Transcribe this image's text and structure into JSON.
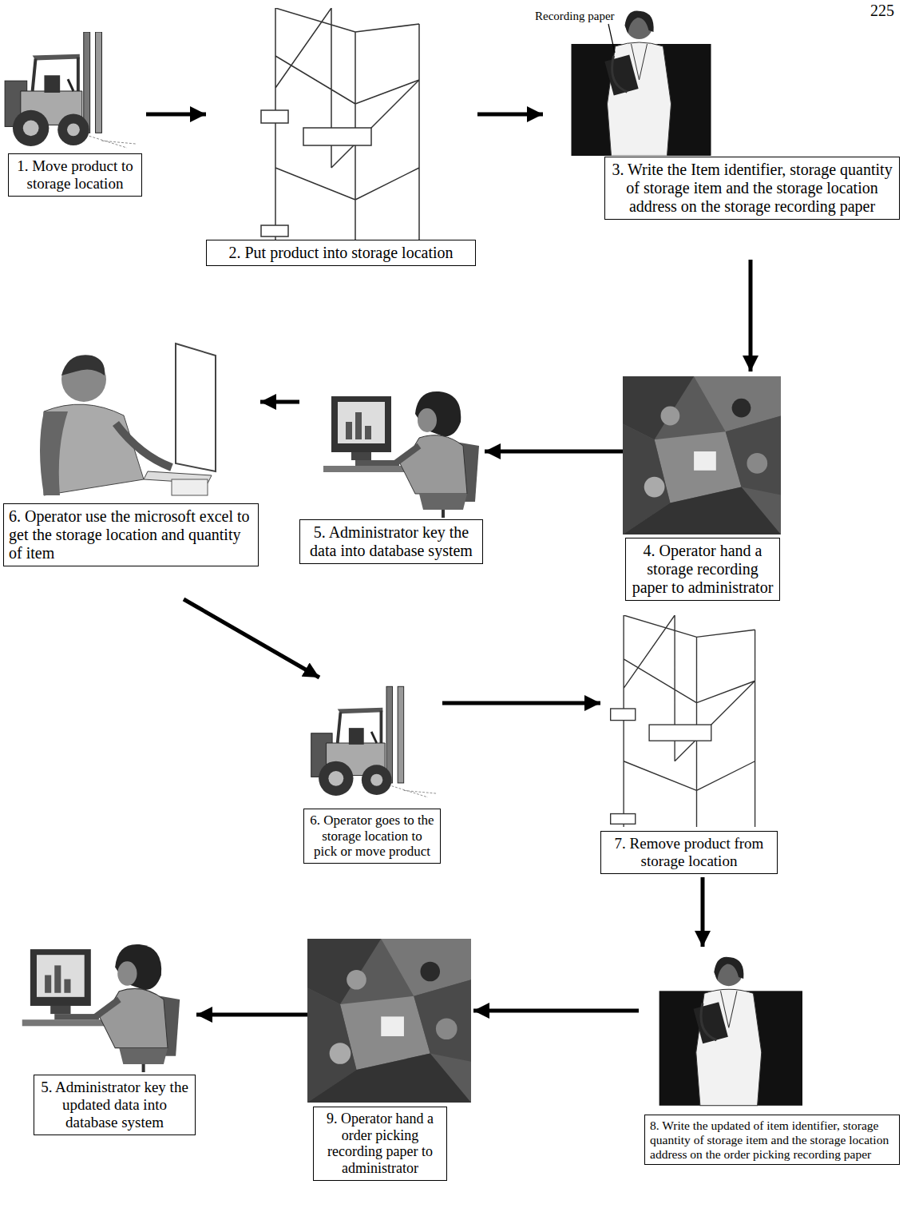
{
  "diagram": {
    "nodes": [
      {
        "text": [
          "1. Move product to storage location"
        ]
      },
      {
        "text": [
          "2. Put product into storage location"
        ]
      },
      {
        "text": [
          "3. Write the Item identifier, storage quantity of storage item and the storage location address on the storage recording paper"
        ]
      },
      {
        "text": [
          "4. Operator hand a storage recording paper to administrator"
        ]
      },
      {
        "text": [
          "5. Administrator key the data into database system"
        ]
      },
      {
        "text": [
          "6. Operator use the microsoft excel to get the storage location and quantity of item"
        ]
      },
      {
        "text": [
          "6. Operator goes to the storage location to pick or move product"
        ]
      },
      {
        "text": [
          "7. Remove product from storage location"
        ]
      },
      {
        "text": [
          "8. Write the updated of item identifier, storage quantity of storage item and the storage location address on the order picking recording paper"
        ]
      },
      {
        "text": [
          "9. Operator hand a order picking recording paper to administrator"
        ]
      },
      {
        "text": [
          "5. Administrator key the updated data into database system"
        ]
      }
    ],
    "edges": [
      {
        "from": 0,
        "to": 1,
        "arrow": "to"
      },
      {
        "from": 1,
        "to": 2,
        "arrow": "to"
      },
      {
        "from": 2,
        "to": 3,
        "arrow": "to"
      },
      {
        "from": 3,
        "to": 4,
        "arrow": "to"
      },
      {
        "from": 4,
        "to": 5,
        "arrow": "to"
      },
      {
        "from": 5,
        "to": 6,
        "arrow": "to"
      },
      {
        "from": 6,
        "to": 7,
        "arrow": "to"
      },
      {
        "from": 7,
        "to": 8,
        "arrow": "to"
      },
      {
        "from": 8,
        "to": 9,
        "arrow": "to"
      },
      {
        "from": 9,
        "to": 10,
        "arrow": "to"
      }
    ],
    "labels": [
      "225",
      "Recording paper"
    ]
  }
}
